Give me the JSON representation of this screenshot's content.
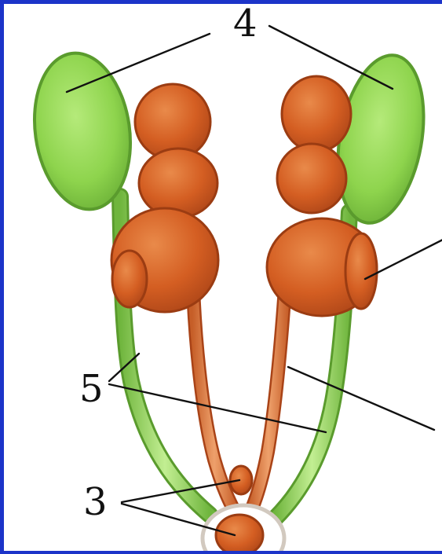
{
  "labels": {
    "four": "4",
    "five": "5",
    "three": "3"
  },
  "colors": {
    "frame_border": "#1c34c9",
    "green_organ": "#8ed44d",
    "green_edge": "#5a9b2d",
    "orange_organ": "#d45e22",
    "orange_edge": "#9b3c12",
    "leader_lines": "#111111"
  }
}
